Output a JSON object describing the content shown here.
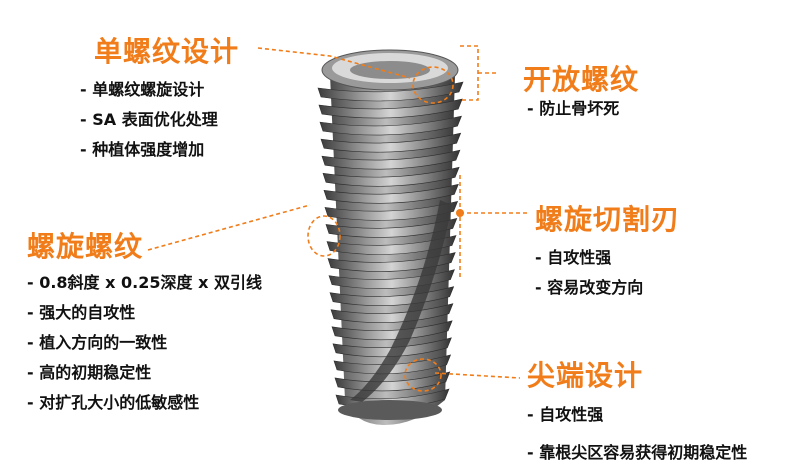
{
  "colors": {
    "accent": "#f07d1a",
    "text": "#111111",
    "implant": "#6e6e6e"
  },
  "sections": {
    "single_thread": {
      "title": "单螺纹设计",
      "items": [
        "- 单螺纹螺旋设计",
        "- SA 表面优化处理",
        "- 种植体强度增加"
      ]
    },
    "open_thread": {
      "title": "开放螺纹",
      "items": [
        "- 防止骨坏死"
      ]
    },
    "helical_thread": {
      "title": "螺旋螺纹",
      "items": [
        "- 0.8斜度 x 0.25深度 x 双引线",
        "- 强大的自攻性",
        "- 植入方向的一致性",
        "- 高的初期稳定性",
        "- 对扩孔大小的低敏感性"
      ]
    },
    "cutting_edge": {
      "title": "螺旋切割刃",
      "items": [
        "- 自攻性强",
        "- 容易改变方向"
      ]
    },
    "apex_design": {
      "title": "尖端设计",
      "items": [
        "- 自攻性强",
        "- 靠根尖区容易获得初期稳定性"
      ]
    }
  }
}
